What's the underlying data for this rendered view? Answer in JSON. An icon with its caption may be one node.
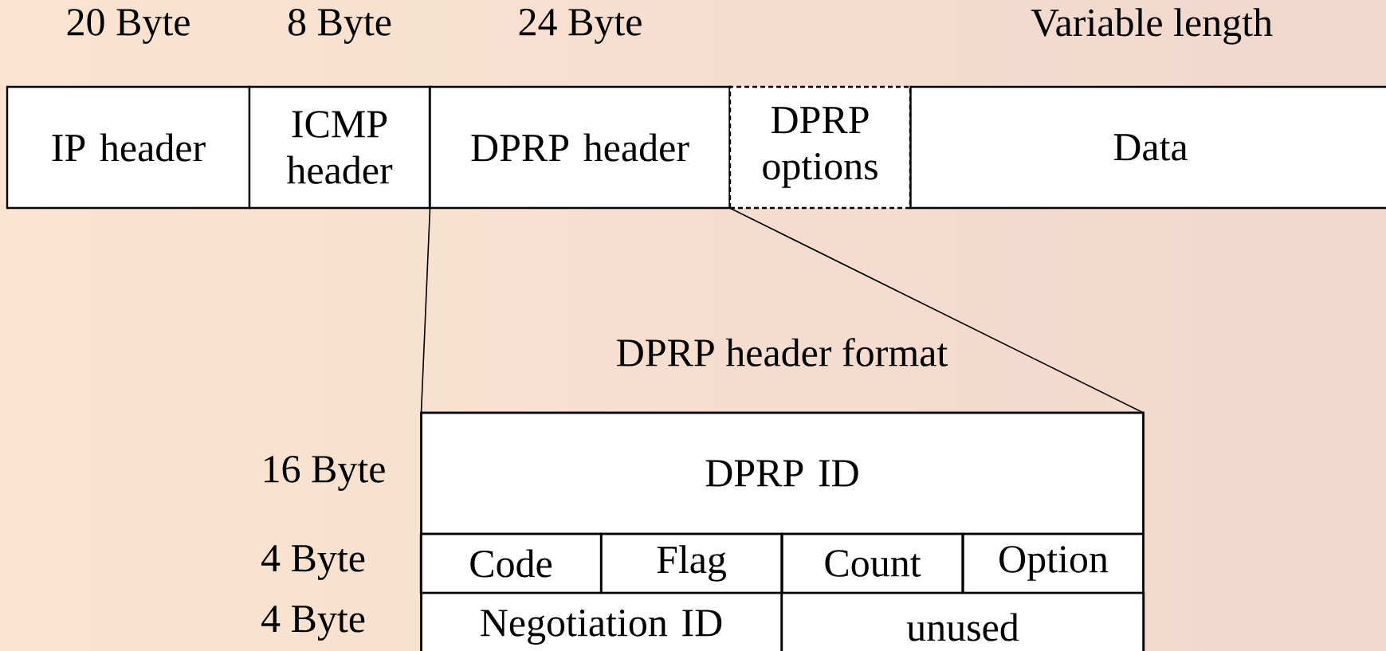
{
  "diagram": {
    "nodes": [
      {
        "text": [
          "IP header"
        ],
        "beside": [
          "20 Byte"
        ]
      },
      {
        "text": [
          "ICMP header"
        ],
        "beside": [
          "8 Byte"
        ]
      },
      {
        "text": [
          "DPRP header"
        ],
        "beside": [
          "24 Byte"
        ]
      },
      {
        "text": [
          "DPRP options"
        ]
      },
      {
        "text": [
          "Data"
        ],
        "beside": [
          "Variable length"
        ]
      },
      {
        "text": [
          "DPRP header format"
        ]
      },
      {
        "text": [
          "DPRP ID"
        ],
        "in": 5
      },
      {
        "text": [
          "Code"
        ],
        "in": 5
      },
      {
        "text": [
          "Flag"
        ],
        "in": 5
      },
      {
        "text": [
          "Count"
        ],
        "in": 5
      },
      {
        "text": [
          "Option"
        ],
        "in": 5
      },
      {
        "text": [
          "Negotiation ID"
        ],
        "in": 5
      },
      {
        "text": [
          "unused"
        ],
        "in": 5
      }
    ],
    "edges": [
      {
        "from": 2,
        "to": 5,
        "arrow": "none"
      },
      {
        "from": 2,
        "to": 5,
        "arrow": "none"
      }
    ],
    "labels": [
      "16 Byte",
      "4 Byte",
      "4 Byte"
    ]
  }
}
